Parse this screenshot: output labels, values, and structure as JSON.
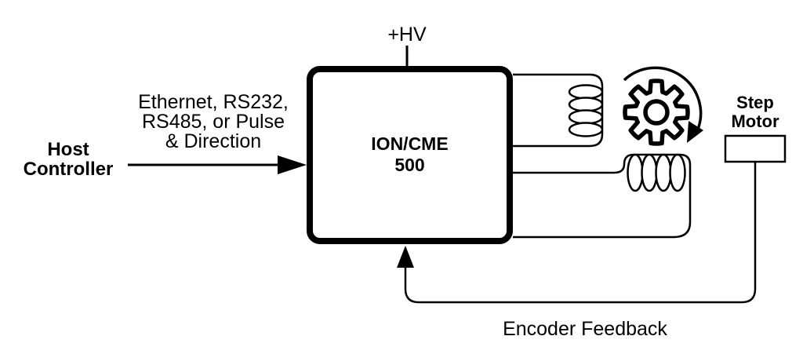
{
  "colors": {
    "ink": "#000000",
    "background": "#ffffff"
  },
  "labels": {
    "power": "+HV",
    "host": {
      "lines": [
        "Host",
        "Controller"
      ]
    },
    "interface": {
      "lines": [
        "Ethernet, RS232,",
        "RS485, or Pulse",
        "& Direction"
      ]
    },
    "controller_box": {
      "lines": [
        "ION/CME",
        "500"
      ]
    },
    "step_motor": {
      "lines": [
        "Step",
        "Motor"
      ]
    },
    "feedback": "Encoder Feedback"
  },
  "icons": {
    "gear": "rotating-gear",
    "rotation_arrow": "clockwise-rotation-arrow",
    "winding_a": "motor-winding-coil-vertical",
    "winding_b": "motor-winding-coil-horizontal",
    "host_arrow": "right-arrow",
    "feedback_arrow": "up-arrow"
  }
}
